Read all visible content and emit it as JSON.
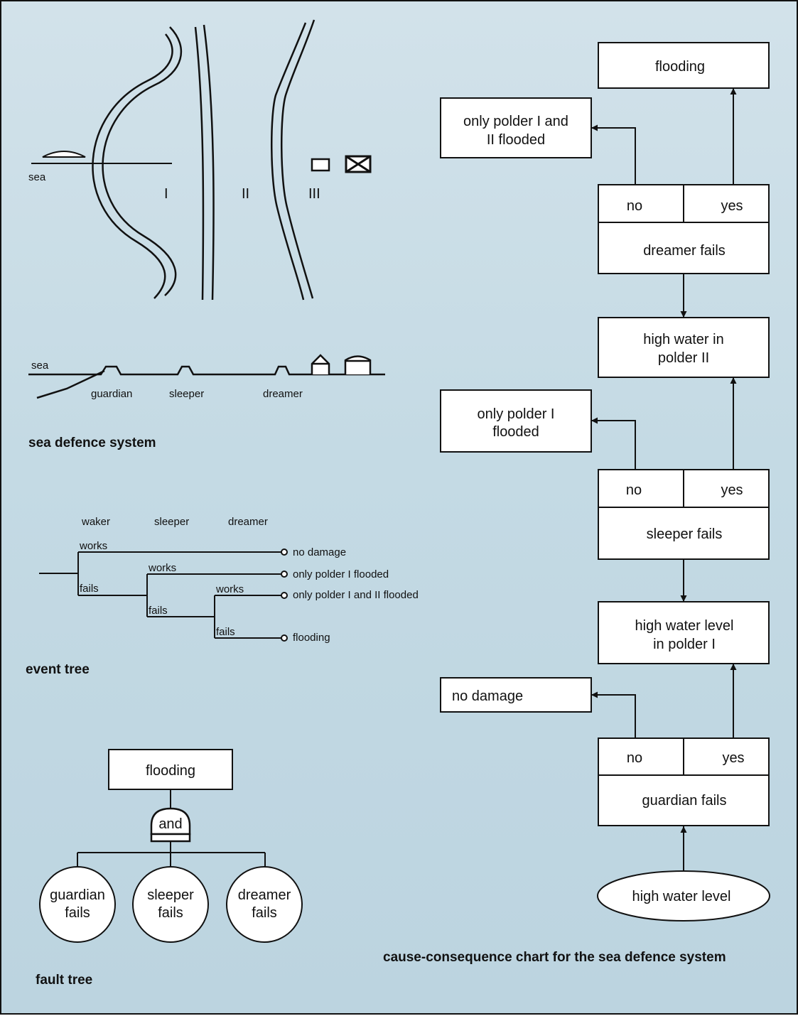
{
  "sea_defence": {
    "caption": "sea defence system",
    "sea_label": "sea",
    "polder_1": "I",
    "polder_2": "II",
    "polder_3": "III",
    "section_sea_label": "sea",
    "dike_guardian": "guardian",
    "dike_sleeper": "sleeper",
    "dike_dreamer": "dreamer"
  },
  "event_tree": {
    "caption": "event tree",
    "header_waker": "waker",
    "header_sleeper": "sleeper",
    "header_dreamer": "dreamer",
    "works_1": "works",
    "fails_1": "fails",
    "works_2": "works",
    "fails_2": "fails",
    "works_3": "works",
    "fails_3": "fails",
    "outcome_1": "no damage",
    "outcome_2": "only polder I flooded",
    "outcome_3": "only polder I and II flooded",
    "outcome_4": "flooding"
  },
  "fault_tree": {
    "caption": "fault tree",
    "top_event": "flooding",
    "gate": "and",
    "guardian_line1": "guardian",
    "guardian_line2": "fails",
    "sleeper_line1": "sleeper",
    "sleeper_line2": "fails",
    "dreamer_line1": "dreamer",
    "dreamer_line2": "fails"
  },
  "ccc": {
    "caption": "cause-consequence chart for the sea defence system",
    "flooding": "flooding",
    "polder_1_2_line1": "only polder I and",
    "polder_1_2_line2": "II flooded",
    "no_3": "no",
    "yes_3": "yes",
    "dreamer_fails": "dreamer fails",
    "high_water_2_line1": "high water in",
    "high_water_2_line2": "polder II",
    "polder_1_line1": "only polder I",
    "polder_1_line2": "flooded",
    "no_2": "no",
    "yes_2": "yes",
    "sleeper_fails": "sleeper fails",
    "high_water_1_line1": "high water level",
    "high_water_1_line2": "in polder I",
    "no_damage": "no damage",
    "no_1": "no",
    "yes_1": "yes",
    "guardian_fails": "guardian fails",
    "high_water_level": "high water level"
  }
}
